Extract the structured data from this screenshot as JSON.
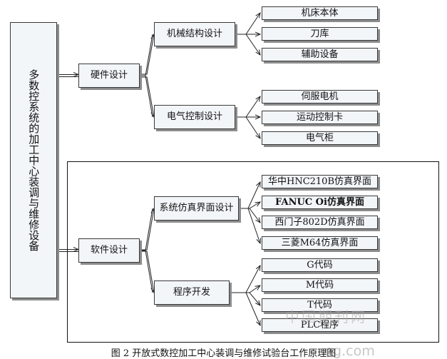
{
  "root": {
    "label": "多数控系统的加工中心装调与维修设备"
  },
  "branches": {
    "hardware": {
      "label": "硬件设计",
      "groups": {
        "mechanical": {
          "label": "机械结构设计",
          "items": [
            "机床本体",
            "刀库",
            "辅助设备"
          ]
        },
        "electrical": {
          "label": "电气控制设计",
          "items": [
            "伺服电机",
            "运动控制卡",
            "电气柜"
          ]
        }
      }
    },
    "software": {
      "label": "软件设计",
      "groups": {
        "simulation": {
          "label": "系统仿真界面设计",
          "items": [
            "华中HNC210B仿真界面",
            "FANUC Oi仿真界面",
            "西门子802D仿真界面",
            "三菱M64仿真界面"
          ]
        },
        "program": {
          "label": "程序开发",
          "items": [
            "G代码",
            "M代码",
            "T代码",
            "PLC程序"
          ]
        }
      }
    }
  },
  "caption": "图 2 开放式数控加工中心装调与维修试验台工作原理图",
  "watermark": {
    "line1": "中国期刊网",
    "line2": "ng.com"
  }
}
